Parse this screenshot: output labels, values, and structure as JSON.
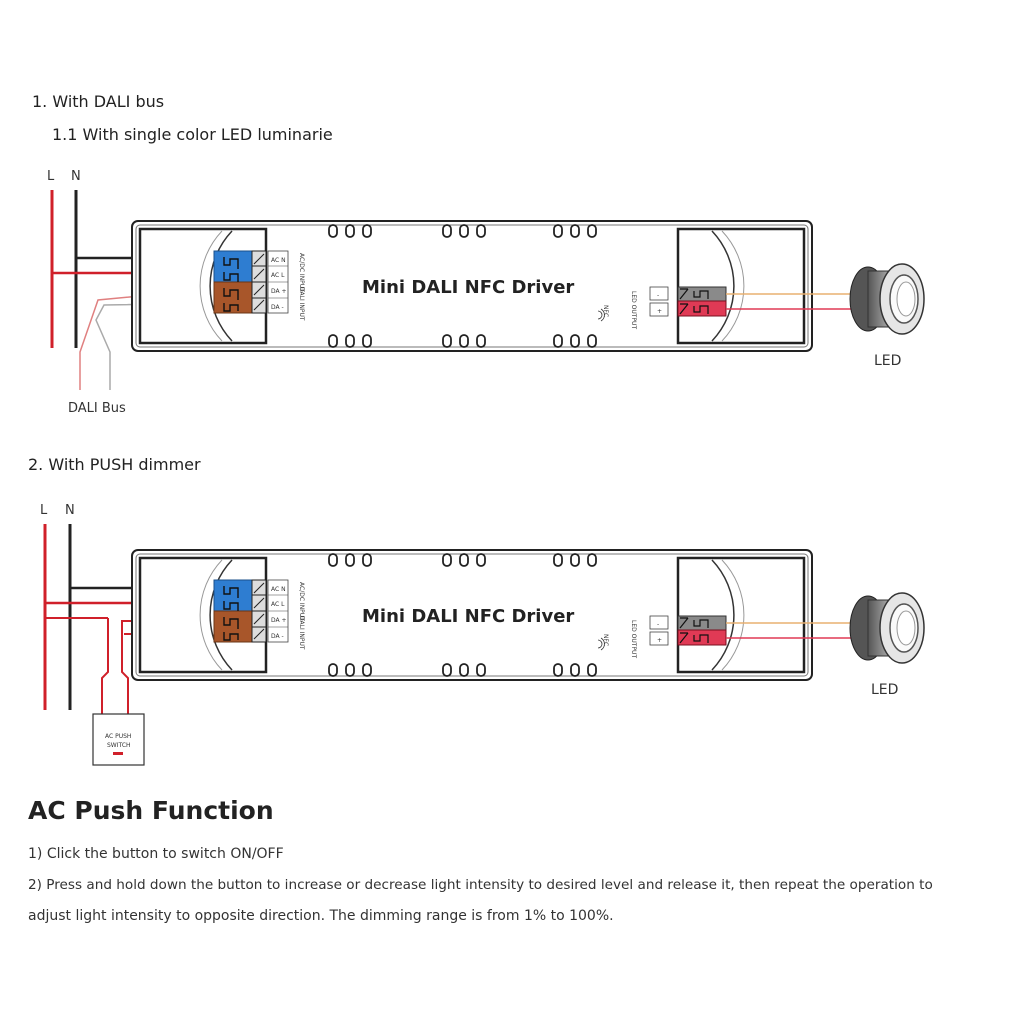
{
  "section1": {
    "heading": "1. With DALI bus",
    "subheading": "1.1 With single color LED luminarie",
    "label_l": "L",
    "label_n": "N",
    "bus_label": "DALI Bus",
    "led_label": "LED"
  },
  "section2": {
    "heading": "2. With PUSH dimmer",
    "label_l": "L",
    "label_n": "N",
    "switch_line1": "AC PUSH",
    "switch_line2": "SWITCH",
    "led_label": "LED"
  },
  "driver": {
    "title": "Mini DALI NFC Driver",
    "terminals": [
      "AC N",
      "AC L",
      "DA +",
      "DA -"
    ],
    "input_label_ac": "AC/DC INPUT",
    "input_label_dali": "DALI INPUT",
    "output_label": "LED OUTPUT",
    "output_minus": "-",
    "output_plus": "+",
    "nfc_label": "NFC"
  },
  "ac_push": {
    "title": "AC Push Function",
    "line1": "1) Click the button to switch ON/OFF",
    "line2": "2) Press and hold down the button to increase or decrease light intensity to desired level and release it, then repeat the operation to",
    "line3": "adjust light intensity to opposite direction. The dimming range is from 1% to 100%."
  },
  "colors": {
    "live": "#d0202a",
    "neutral": "#222222",
    "terminal_blue": "#2e7dd1",
    "terminal_brown": "#a8562a",
    "output_grey": "#8a8a8a",
    "output_red": "#e03a55",
    "dali_wire": "#f0a0a0"
  }
}
